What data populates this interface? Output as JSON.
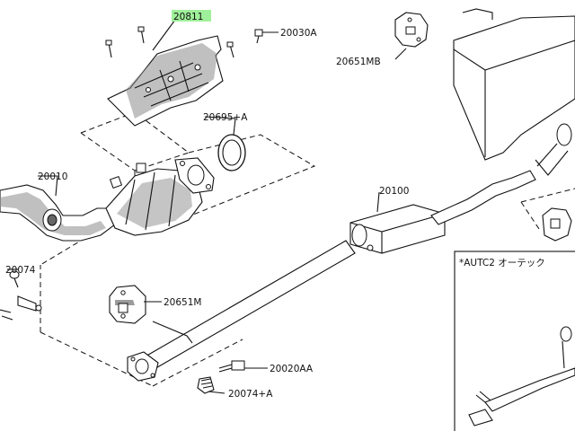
{
  "part_labels": {
    "p20811": "20811",
    "p20030a": "20030A",
    "p20651mb": "20651MB",
    "p20695a": "20695+A",
    "p20010": "20010",
    "p20100": "20100",
    "p20074": "20074",
    "p20651m": "20651M",
    "p20020aa": "20020AA",
    "p20074a": "20074+A"
  },
  "inset": {
    "title": "*AUTC2 オーテック"
  },
  "highlight_color": "#9ff09a"
}
